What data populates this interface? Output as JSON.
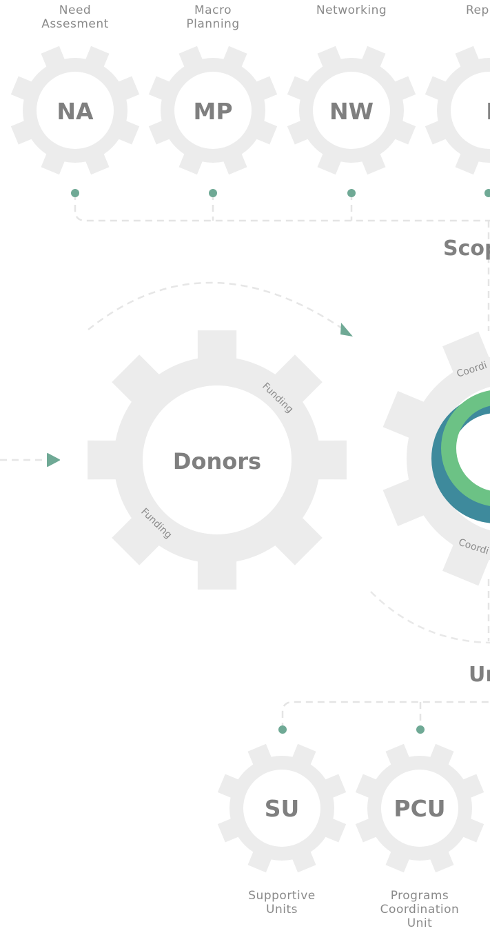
{
  "top_units": [
    {
      "abbr": "NA",
      "label": "Need\nAssesment"
    },
    {
      "abbr": "MP",
      "label": "Macro\nPlanning"
    },
    {
      "abbr": "NW",
      "label": "Networking"
    },
    {
      "abbr": "R",
      "label": "Rep"
    }
  ],
  "scope_heading": "Scop",
  "donors": {
    "label": "Donors",
    "arc_top": "Funding",
    "arc_bottom": "Funding"
  },
  "center_gear": {
    "arc_top": "Coordi",
    "arc_bottom": "Coordi"
  },
  "units_heading": "Ur",
  "bottom_units": [
    {
      "abbr": "SU",
      "label": "Supportive\nUnits"
    },
    {
      "abbr": "PCU",
      "label": "Programs\nCoordination\nUnit"
    }
  ],
  "colors": {
    "gear": "#ececec",
    "accent_dot": "#6fa995",
    "ring_green": "#6cc285",
    "ring_teal": "#3e8a9c",
    "dash": "#e4e4e4"
  }
}
